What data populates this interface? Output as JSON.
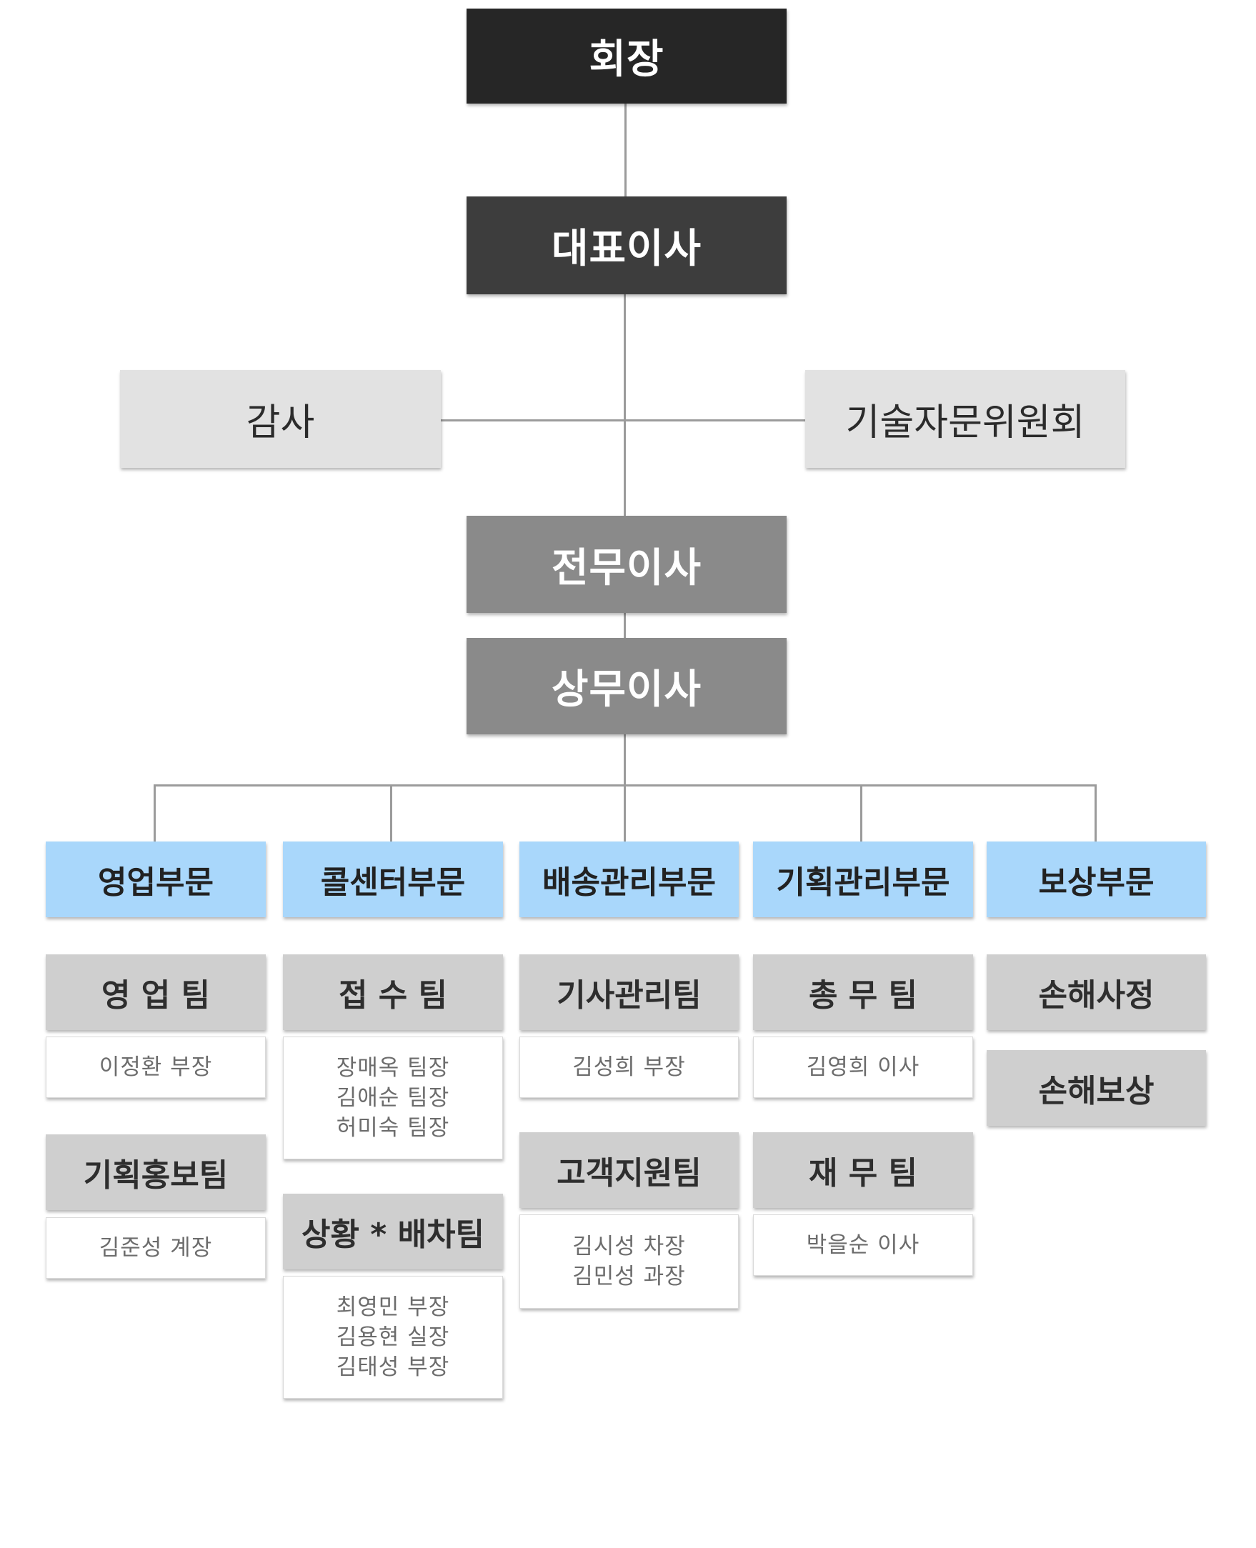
{
  "chairman": "회장",
  "ceo": "대표이사",
  "auditor": "감사",
  "tech_committee": "기술자문위원회",
  "senior_director": "전무이사",
  "managing_director": "상무이사",
  "colors": {
    "chairman_bg": "#262626",
    "ceo_bg": "#3d3d3d",
    "director_bg": "#8a8a8a",
    "division_bg": "#a9d7fb",
    "team_bg": "#cfcfcf",
    "side_bg": "#e2e2e2",
    "line": "#9b9b9b"
  },
  "divisions": [
    {
      "name": "영업부문",
      "teams": [
        {
          "name": "영 업 팀",
          "staff": [
            "이정환 부장"
          ]
        },
        {
          "name": "기획홍보팀",
          "staff": [
            "김준성 계장"
          ]
        }
      ]
    },
    {
      "name": "콜센터부문",
      "teams": [
        {
          "name": "접 수 팀",
          "staff": [
            "장매옥 팀장",
            "김애순 팀장",
            "허미숙 팀장"
          ]
        },
        {
          "name": "상황 * 배차팀",
          "staff": [
            "최영민 부장",
            "김용현 실장",
            "김태성 부장"
          ]
        }
      ]
    },
    {
      "name": "배송관리부문",
      "teams": [
        {
          "name": "기사관리팀",
          "staff": [
            "김성희 부장"
          ]
        },
        {
          "name": "고객지원팀",
          "staff": [
            "김시성 차장",
            "김민성 과장"
          ]
        }
      ]
    },
    {
      "name": "기획관리부문",
      "teams": [
        {
          "name": "총 무 팀",
          "staff": [
            "김영희 이사"
          ]
        },
        {
          "name": "재 무 팀",
          "staff": [
            "박을순 이사"
          ]
        }
      ]
    },
    {
      "name": "보상부문",
      "teams": [
        {
          "name": "손해사정"
        },
        {
          "name": "손해보상"
        }
      ]
    }
  ]
}
